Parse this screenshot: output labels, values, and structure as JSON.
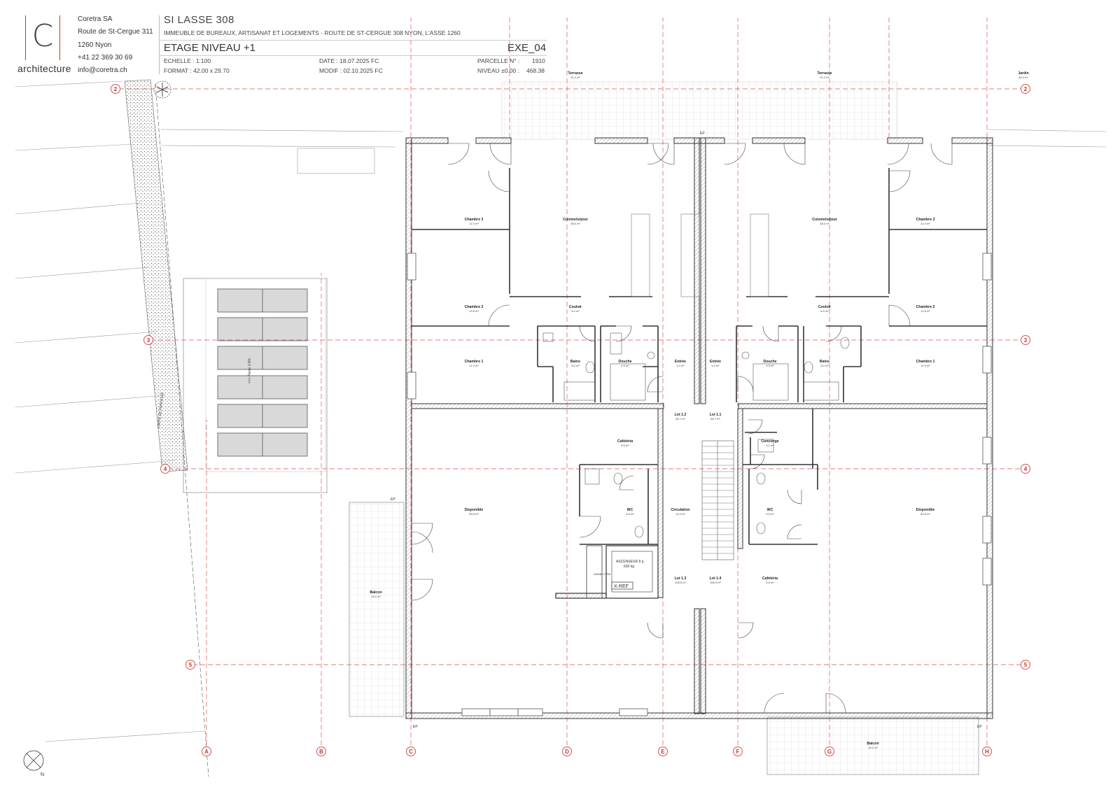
{
  "company": {
    "logo_letter": "C",
    "logo_word": "architecture",
    "name": "Coretra SA",
    "street": "Route de St-Cergue 311",
    "city": "1260 Nyon",
    "phone": "+41 22 369 30 69",
    "email": "info@coretra.ch"
  },
  "project": {
    "title": "SI LASSE 308",
    "subtitle": "IMMEUBLE DE BUREAUX, ARTISANAT ET LOGEMENTS - ROUTE DE ST-CERGUE 308 NYON, L'ASSE 1260",
    "sheet_title": "ETAGE NIVEAU +1",
    "sheet_code": "EXE_04"
  },
  "meta": {
    "echelle": "ECHELLE : 1:100",
    "format": "FORMAT : 42.00 x 29.70",
    "date": "DATE   : 18.07.2025 FC",
    "modif": "MODIF : 02.10.2025 FC",
    "parcelle_label": "PARCELLE N° :",
    "parcelle_value": "1910",
    "niveau_label": "NIVEAU ±0.00 :",
    "niveau_value": "468.38"
  },
  "axes": {
    "columns": [
      "A",
      "B",
      "C",
      "D",
      "E",
      "F",
      "G",
      "H"
    ],
    "rows": [
      "2",
      "3",
      "4",
      "5"
    ]
  },
  "rooms": [
    {
      "name": "Chambre 3",
      "area": "11.0 m²"
    },
    {
      "name": "Cuisine/séjour",
      "area": "38.0 m²"
    },
    {
      "name": "Cuisine/séjour",
      "area": "38.0 m²"
    },
    {
      "name": "Chambre 3",
      "area": "11.0 m²"
    },
    {
      "name": "Chambre 2",
      "area": "12.6 m²"
    },
    {
      "name": "Couloir",
      "area": "6.0 m²"
    },
    {
      "name": "Couloir",
      "area": "6.0 m²"
    },
    {
      "name": "Chambre 2",
      "area": "12.6 m²"
    },
    {
      "name": "Chambre 1",
      "area": "11.9 m²"
    },
    {
      "name": "Bains",
      "area": "5.0 m²"
    },
    {
      "name": "Douche",
      "area": "4.9 m²"
    },
    {
      "name": "Entrée",
      "area": "4.2 m²"
    },
    {
      "name": "Entrée",
      "area": "4.2 m²"
    },
    {
      "name": "Douche",
      "area": "4.9 m²"
    },
    {
      "name": "Bains",
      "area": "5.0 m²"
    },
    {
      "name": "Chambre 1",
      "area": "11.9 m²"
    },
    {
      "name": "Lot 1.2",
      "area": "86.7 m²"
    },
    {
      "name": "Lot 1.1",
      "area": "86.7 m²"
    },
    {
      "name": "Cafétéria",
      "area": "5.6 m²"
    },
    {
      "name": "Concierge",
      "area": "5.1 m²"
    },
    {
      "name": "Disponible",
      "area": "89.6 m²"
    },
    {
      "name": "WC",
      "area": "6.5 m²"
    },
    {
      "name": "Circulation",
      "area": "14.4 m²"
    },
    {
      "name": "WC",
      "area": "6.5 m²"
    },
    {
      "name": "Disponible",
      "area": "89.6 m²"
    },
    {
      "name": "Lot 1.3",
      "area": "106.5 m²"
    },
    {
      "name": "Lot 1.4",
      "area": "106.3 m²"
    },
    {
      "name": "Cafétéria",
      "area": "5.6 m²"
    },
    {
      "name": "Balcon",
      "area": "16.2 m²"
    },
    {
      "name": "Balcon",
      "area": "16.2 m²"
    },
    {
      "name": "Terrasse",
      "area": "31.2 m²"
    },
    {
      "name": "Terrasse",
      "area": "31.2 m²"
    },
    {
      "name": "Jardin",
      "area": "64.0 m²"
    }
  ],
  "labels": {
    "ascenseur": "ASCENSEUR 8 p.",
    "ascenseur_kg": "630 kg",
    "xref": "X-REF",
    "limite": "LIMITE DE PARCELLE",
    "pente": "<<< Pente 1.5%",
    "ep": "EP",
    "gaine": "GAINE CVSE",
    "north": "N"
  },
  "colors": {
    "grid_red": "#d9534f",
    "wall": "#333333",
    "hatch": "#999999",
    "parking_fill": "#d9d9d9"
  }
}
